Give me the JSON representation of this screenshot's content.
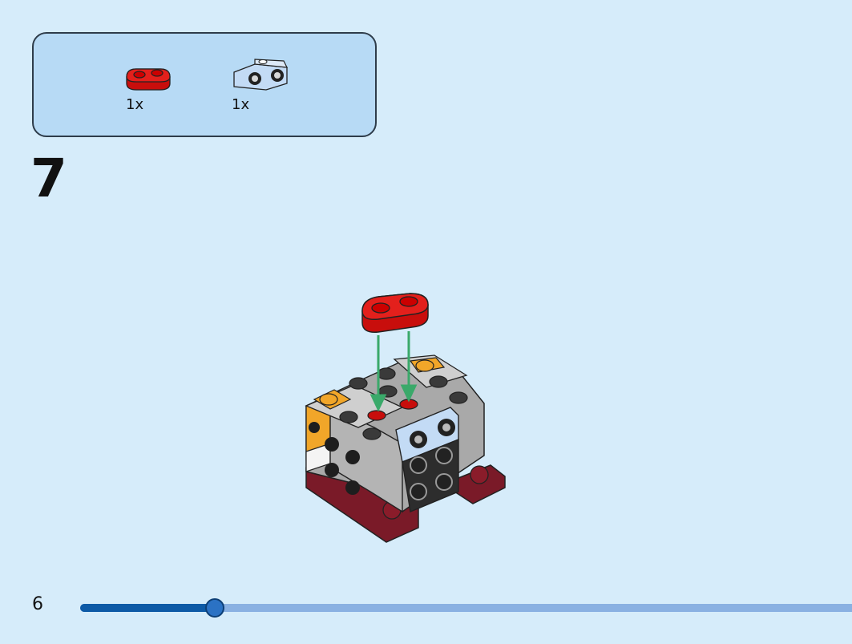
{
  "parts_list": {
    "items": [
      {
        "name": "red-plate-1x2-rounded",
        "quantity": "1x",
        "color": "#d0100d"
      },
      {
        "name": "light-blue-bracket-plate",
        "quantity": "1x",
        "color": "#c3dbf5"
      }
    ]
  },
  "step": {
    "number": "7"
  },
  "footer": {
    "page_number": "6",
    "progress": 0.174
  },
  "colors": {
    "background": "#d6ecfa",
    "panel": "#b7daf5",
    "accent": "#0d5aa6",
    "arrow": "#3aa96a"
  }
}
